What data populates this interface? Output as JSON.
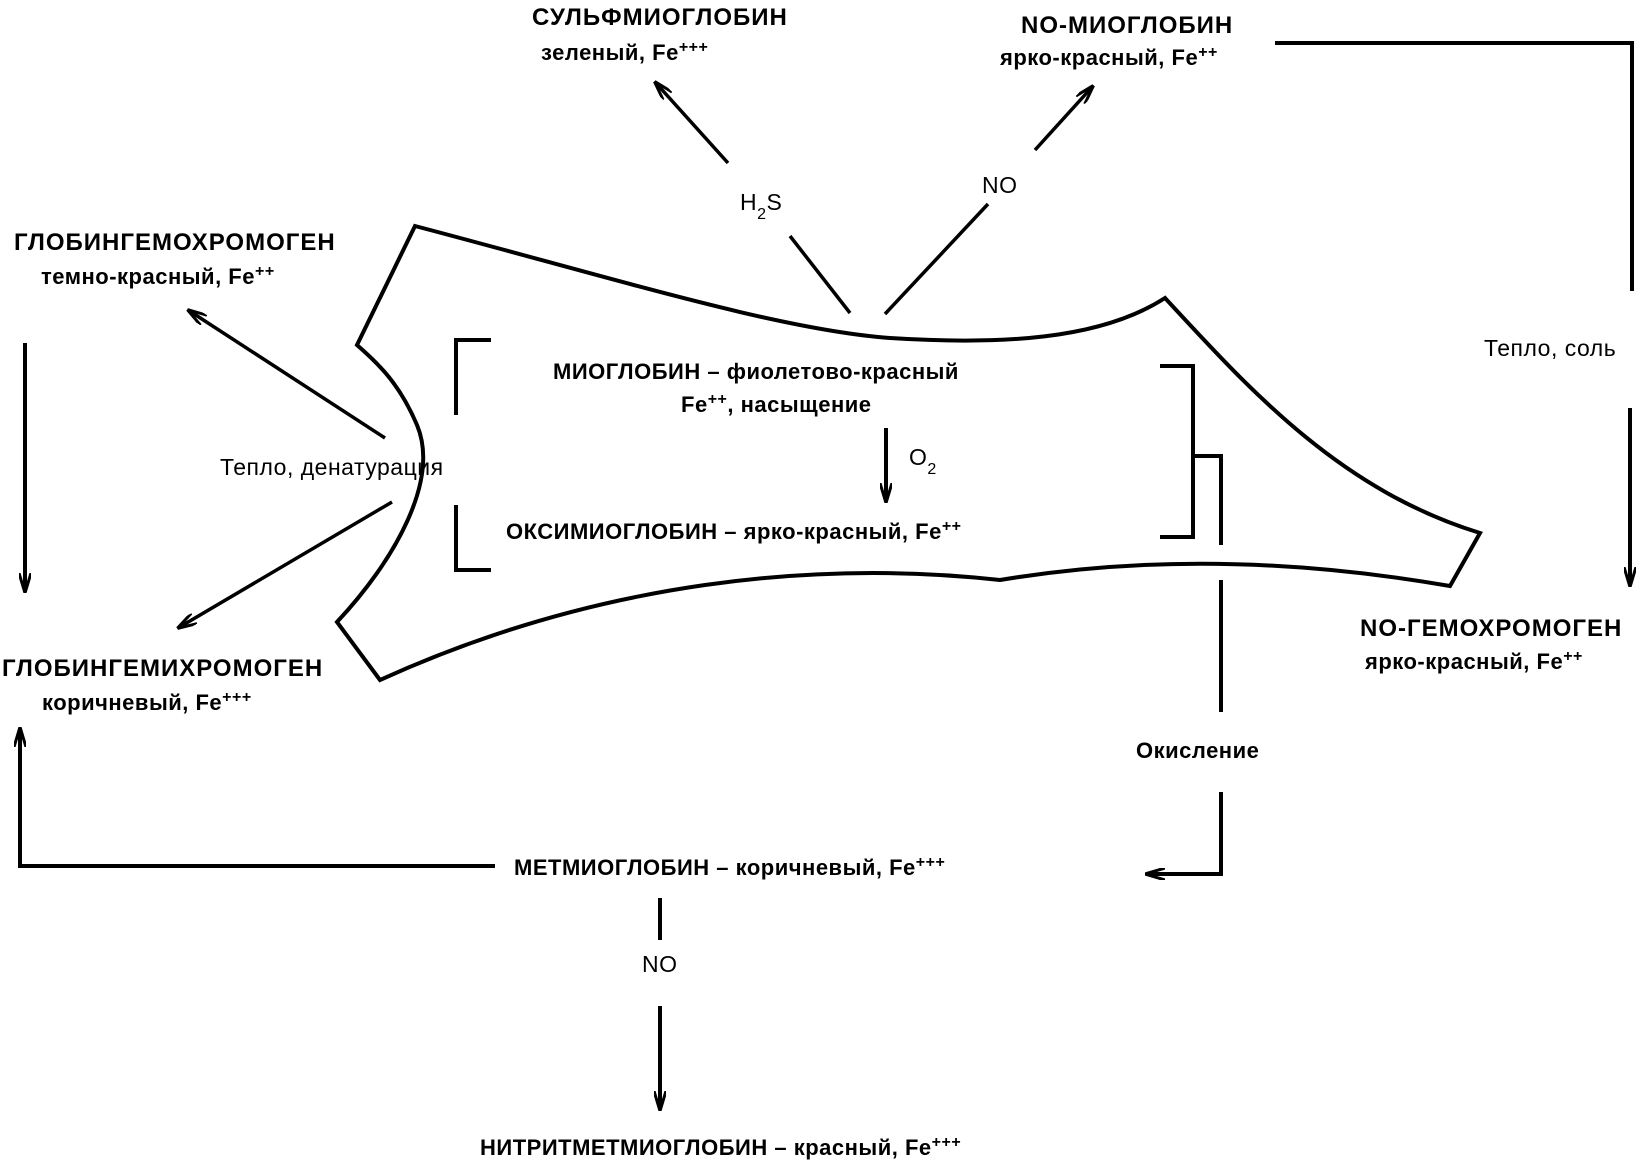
{
  "colors": {
    "ink": "#000000",
    "paper": "#ffffff"
  },
  "nodes": {
    "sulfmyoglobin": {
      "title": "СУЛЬФМИОГЛОБИН",
      "desc": "зеленый, Fe+++"
    },
    "no_myoglobin": {
      "title": "NO-МИОГЛОБИН",
      "desc": "ярко-красный, Fe++"
    },
    "globin_hemochromogen": {
      "title": "ГЛОБИНГЕМОХРОМОГЕН",
      "desc": "темно-красный, Fe++"
    },
    "globin_hemichromogen": {
      "title": "ГЛОБИНГЕМИХРОМОГЕН",
      "desc": "коричневый, Fe+++"
    },
    "no_hemochromogen": {
      "title": "NO-ГЕМОХРОМОГЕН",
      "desc": "ярко-красный, Fe++"
    },
    "myoglobin": {
      "line1": "МИОГЛОБИН – фиолетово-красный",
      "line2": "Fe++, насыщение"
    },
    "oxymyoglobin": {
      "text": "ОКСИМИОГЛОБИН – ярко-красный, Fe++"
    },
    "metmyoglobin": {
      "text": "МЕТМИОГЛОБИН – коричневый, Fe+++"
    },
    "nitritmetmyoglobin": {
      "text": "НИТРИТМЕТМИОГЛОБИН – красный, Fe+++"
    }
  },
  "edge_labels": {
    "h2s": "H2S",
    "no_top": "NO",
    "o2": "O2",
    "heat_salt": "Тепло, соль",
    "heat_denaturation": "Тепло, денатурация",
    "oxidation": "Окисление",
    "no_bottom": "NO"
  }
}
